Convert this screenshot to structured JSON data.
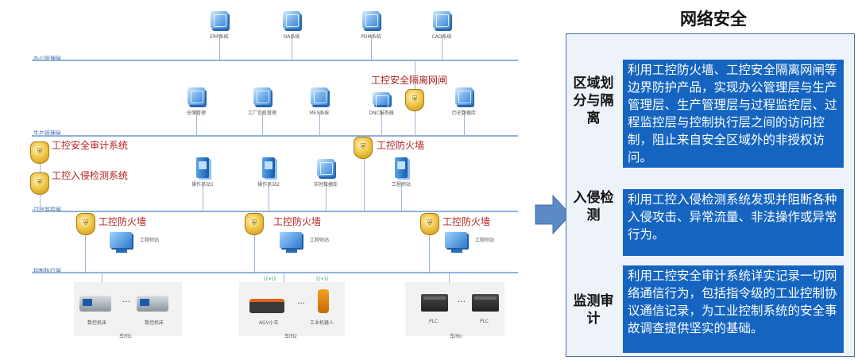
{
  "diagram": {
    "layers": {
      "office": "办公管理层",
      "production": "生产管理层",
      "process": "过程监控层",
      "control": "控制执行层"
    },
    "office_nodes": [
      "ERP系统",
      "OA系统",
      "PDM系统",
      "CAD系统"
    ],
    "production_nodes": [
      "仓储管理",
      "工厂信息管理",
      "MES系统",
      "DNC服务器",
      "历史数据库"
    ],
    "process_nodes": [
      "操作员站1",
      "操作员站2",
      "实时数据库",
      "工程师站"
    ],
    "security": {
      "gateway": "工控安全隔离网闸",
      "audit": "工控安全审计系统",
      "ids": "工控入侵检测系统",
      "firewall": "工控防火墙"
    },
    "workstation": "工程师站",
    "workshops": [
      {
        "name": "车间1",
        "devices": [
          "数控机床",
          "数控机床"
        ]
      },
      {
        "name": "车间2",
        "devices": [
          "AGV小车",
          "工业机器人"
        ]
      },
      {
        "name": "车间n",
        "devices": [
          "PLC",
          "PLC"
        ]
      }
    ],
    "ellipsis": "…",
    "wifi_symbol": "((•))"
  },
  "panel": {
    "title": "网络安全",
    "sections": [
      {
        "title": "区域划分与隔离",
        "text": "利用工控防火墙、工控安全隔离网闸等边界防护产品，实现办公管理层与生产管理层、生产管理层与过程监控层、过程监控层与控制执行层之间的访问控制，阻止来自安全区域外的非授权访问。"
      },
      {
        "title": "入侵检测",
        "text": "利用工控入侵检测系统发现并阻断各种入侵攻击、异常流量、非法操作或异常行为。"
      },
      {
        "title": "监测审计",
        "text": "利用工控安全审计系统详实记录一切网络通信行为，包括指令级的工业控制协议通信记录，为工业控制系统的安全事故调查提供坚实的基础。"
      }
    ]
  },
  "colors": {
    "panel_box": "#1565c0",
    "alert_label": "#b32020",
    "network_line": "#8fb2dc",
    "arrow": "#5b8ac6"
  }
}
